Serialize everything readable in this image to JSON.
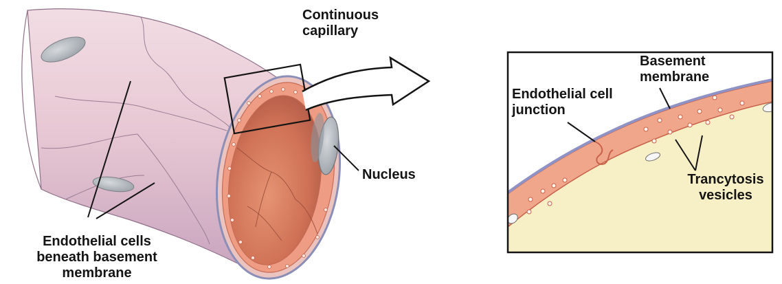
{
  "labels": {
    "continuous_capillary": [
      "Continuous",
      "capillary"
    ],
    "nucleus": "Nucleus",
    "endothelial_cells": [
      "Endothelial cells",
      "beneath basement",
      "membrane"
    ],
    "endothelial_junction": [
      "Endothelial cell",
      "junction"
    ],
    "basement_membrane": [
      "Basement",
      "membrane"
    ],
    "trancytosis_vesicles": [
      "Trancytosis",
      "vesicles"
    ]
  },
  "colors": {
    "outer_wall": "#e9cbd4",
    "outer_wall_shade": "#c9a4b8",
    "endothelium": "#e8957a",
    "lumen": "#d9785a",
    "basement": "#9a9cc4",
    "nucleus": "#b4b9bf",
    "inset_lumen": "#f6efc4",
    "leader": "#141414"
  }
}
